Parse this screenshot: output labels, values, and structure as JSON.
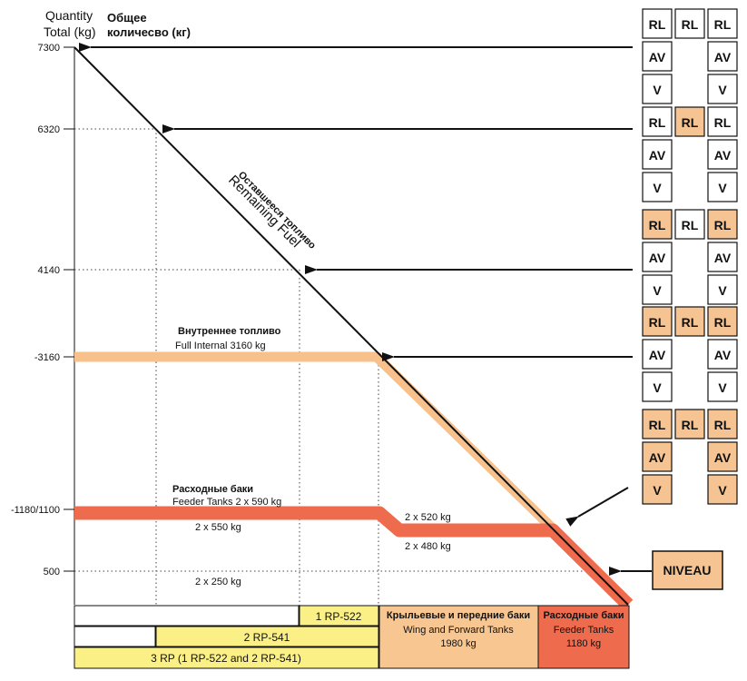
{
  "colors": {
    "peach": "#f8c18b",
    "red": "#ef6b4e",
    "yellow": "#fbf086",
    "light_orange": "#f8c690",
    "tank_orange": "#f6c493"
  },
  "axis": {
    "title_en_line1": "Quantity",
    "title_en_line2": "Total (kg)",
    "title_ru_line1": "Общее",
    "title_ru_line2": "количесво (кг)",
    "ticks": [
      "7300",
      "6320",
      "4140",
      "-3160",
      "-1180/1100",
      "500"
    ]
  },
  "remaining_fuel": {
    "ru": "Оставшееся топливо",
    "en": "Remaining Fuel"
  },
  "internal": {
    "ru": "Внутреннее топливо",
    "en": "Full Internal 3160 kg"
  },
  "feeder": {
    "ru": "Расходные баки",
    "en": "Feeder Tanks 2 x 590 kg",
    "left_value": "2 x 550 kg",
    "upper_right": "2 x 520 kg",
    "lower_right": "2 x 480 kg"
  },
  "level_500": {
    "label": "2 x 250 kg"
  },
  "bottom": {
    "rp522": "1 RP-522",
    "rp541": "2 RP-541",
    "rp3": "3 RP (1 RP-522 and 2 RP-541)",
    "wing_ru": "Крыльевые и передние  баки",
    "wing_en": "Wing and Forward Tanks",
    "wing_val": "1980 kg",
    "feeder_ru": "Расходные баки",
    "feeder_en": "Feeder Tanks",
    "feeder_val": "1180 kg"
  },
  "tanks": {
    "rl": "RL",
    "av": "AV",
    "v": "V",
    "groups": [
      {
        "left": false,
        "center": false,
        "right": false
      },
      {
        "left": false,
        "center": true,
        "right": false
      },
      {
        "left": true,
        "center": false,
        "right": true
      },
      {
        "left": true,
        "center": true,
        "right": true
      },
      {
        "left": true,
        "center": true,
        "right": true,
        "lower": true
      }
    ]
  },
  "niveau": "NIVEAU"
}
